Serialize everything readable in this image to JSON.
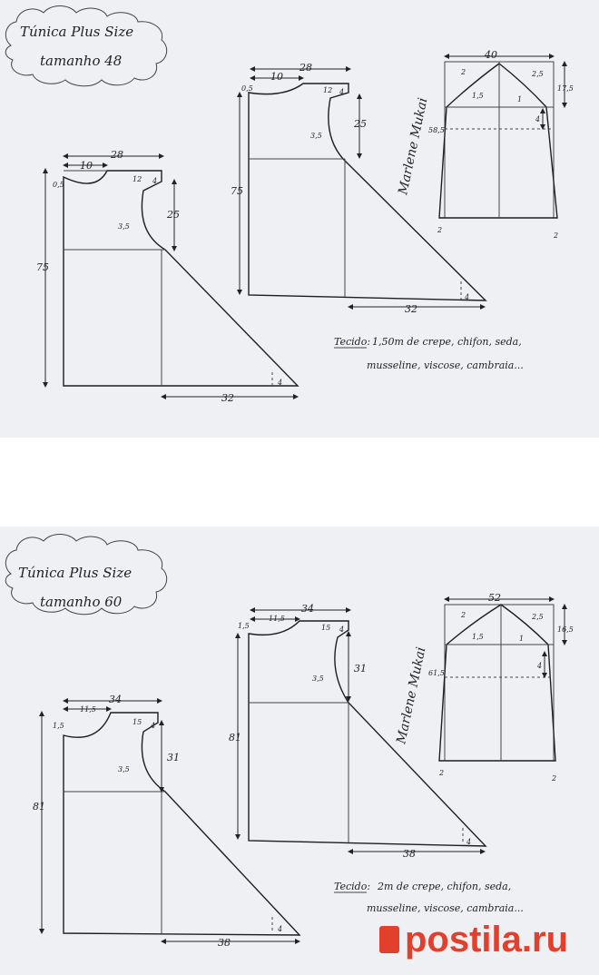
{
  "top": {
    "title_line1": "Túnica Plus Size",
    "title_line2": "tamanho 48",
    "front": {
      "width": "28",
      "neck": "10",
      "neck_drop": "0,5",
      "shoulder": "12",
      "shoulder_drop": "4",
      "armhole_depth": "25",
      "armhole_curve": "3,5",
      "length": "75",
      "hem": "32",
      "hem_rise": "4"
    },
    "back": {
      "width": "28",
      "neck": "10",
      "neck_drop": "0,5",
      "shoulder": "12",
      "shoulder_drop": "4",
      "armhole_depth": "25",
      "armhole_curve": "3,5",
      "length": "75",
      "hem": "32",
      "hem_rise": "4"
    },
    "sleeve": {
      "width": "40",
      "cap_left": "2",
      "cap_right": "2,5",
      "curve_left": "1,5",
      "curve_right": "1",
      "cap_height": "17,5",
      "side": "4",
      "length": "58,5",
      "hem_left": "2",
      "hem_right": "2"
    },
    "fabric_label": "Tecido:",
    "fabric_line1": "1,50m de crepe, chifon, seda,",
    "fabric_line2": "musseline, viscose, cambraia..."
  },
  "bottom": {
    "title_line1": "Túnica Plus Size",
    "title_line2": "tamanho 60",
    "front": {
      "width": "34",
      "neck": "11,5",
      "neck_drop": "1,5",
      "shoulder": "15",
      "shoulder_drop": "4",
      "armhole_depth": "31",
      "armhole_curve": "3,5",
      "length": "81",
      "hem": "38",
      "hem_rise": "4"
    },
    "back": {
      "width": "34",
      "neck": "11,5",
      "neck_drop": "1,5",
      "shoulder": "15",
      "shoulder_drop": "4",
      "armhole_depth": "31",
      "armhole_curve": "3,5",
      "length": "81",
      "hem": "38",
      "hem_rise": "4"
    },
    "sleeve": {
      "width": "52",
      "cap_left": "2",
      "cap_right": "2,5",
      "curve_left": "1,5",
      "curve_right": "1",
      "cap_height": "16,5",
      "side": "4",
      "length": "61,5",
      "hem_left": "2",
      "hem_right": "2"
    },
    "fabric_label": "Tecido:",
    "fabric_line1": "2m de crepe, chifon, seda,",
    "fabric_line2": "musseline, viscose, cambraia..."
  },
  "signature": "Marlene Mukai",
  "watermark": "postila.ru"
}
